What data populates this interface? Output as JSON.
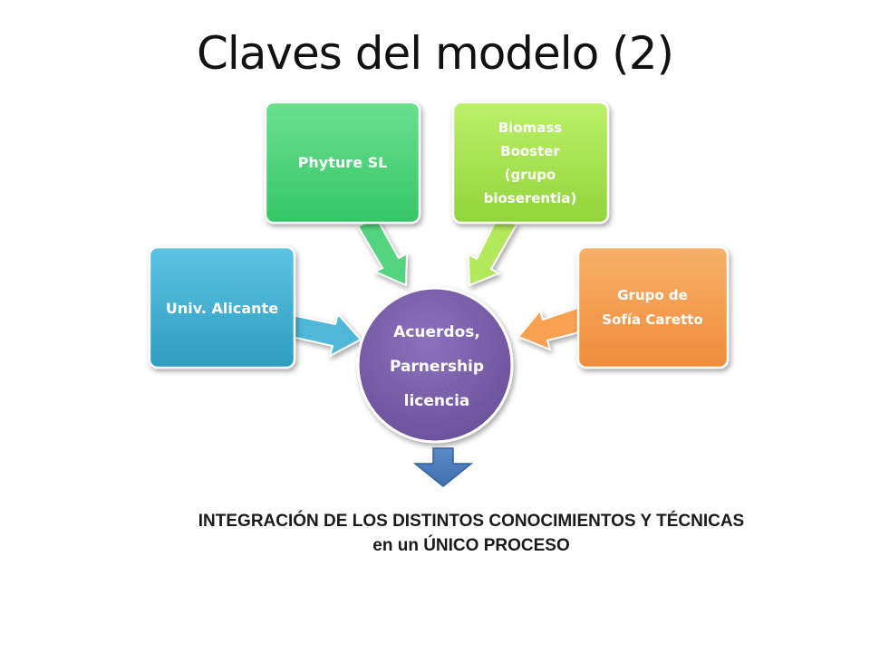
{
  "title": "Claves del modelo (2)",
  "center": {
    "lines": [
      "Acuerdos,",
      "Parnership",
      "licencia"
    ],
    "color": "#7a5fa8"
  },
  "nodes": [
    {
      "id": "univ-alicante",
      "lines": [
        "Univ. Alicante"
      ],
      "color": "#3aaed0"
    },
    {
      "id": "phyture",
      "lines": [
        "Phyture SL"
      ],
      "color": "#4cd37a"
    },
    {
      "id": "biomass-booster",
      "lines": [
        "Biomass",
        "Booster",
        "(grupo",
        "bioserentia)"
      ],
      "color": "#a6e24a"
    },
    {
      "id": "grupo-sofia",
      "lines": [
        "Grupo de",
        "Sofía Caretto"
      ],
      "color": "#f59a4a"
    }
  ],
  "down_arrow_color": "#4f7fbd",
  "bottom_text": {
    "line1": "INTEGRACIÓN DE LOS DISTINTOS CONOCIMIENTOS Y  TÉCNICAS",
    "line2": "en un ÚNICO PROCESO"
  }
}
